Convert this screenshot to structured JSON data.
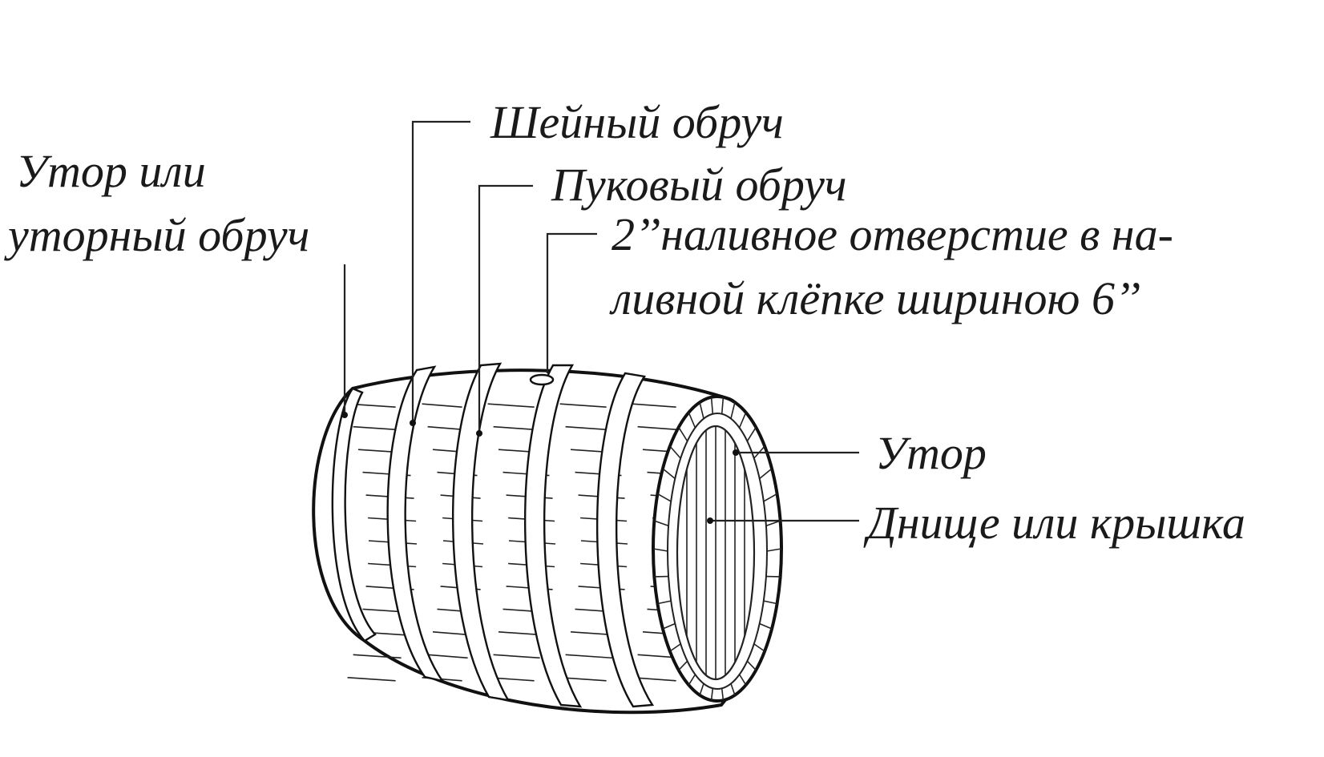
{
  "labels": {
    "chime_hoop_line1": "Утор или",
    "chime_hoop_line2": "уторный обруч",
    "neck_hoop": "Шейный обруч",
    "bilge_hoop": "Пуковый обруч",
    "bunghole_line1": "2’’наливное отверстие в на-",
    "bunghole_line2": "ливной клёпке шириною 6’’",
    "chime": "Утор",
    "head": "Днище или крышка"
  },
  "colors": {
    "ink": "#111111",
    "paper": "#ffffff"
  }
}
